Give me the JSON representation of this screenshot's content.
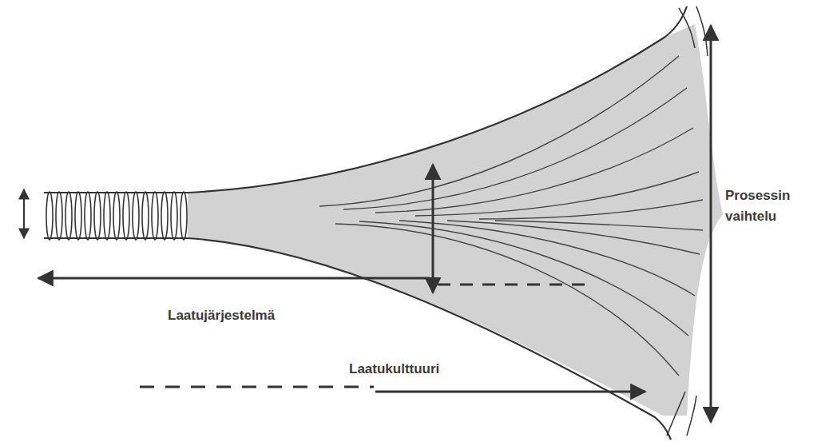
{
  "diagram": {
    "labels": [
      "Prosessin vaihtelu",
      "Laatujärjestelmä",
      "Laatukulttuuri"
    ]
  }
}
